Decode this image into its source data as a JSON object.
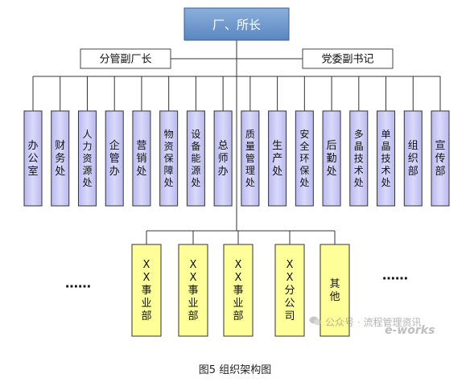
{
  "top": {
    "label": "厂、所长"
  },
  "deputies": [
    {
      "label": "分管副厂长"
    },
    {
      "label": "党委副书记"
    }
  ],
  "departments": [
    {
      "label": "办公室"
    },
    {
      "label": "财务处"
    },
    {
      "label": "人力资源处"
    },
    {
      "label": "企管办"
    },
    {
      "label": "营销处"
    },
    {
      "label": "物资保障处"
    },
    {
      "label": "设备能源处"
    },
    {
      "label": "总师办"
    },
    {
      "label": "质量管理处"
    },
    {
      "label": "生产处"
    },
    {
      "label": "安全环保处"
    },
    {
      "label": "后勤处"
    },
    {
      "label": "多晶技术处"
    },
    {
      "label": "单晶技术处"
    },
    {
      "label": "组织部"
    },
    {
      "label": "宣传部"
    }
  ],
  "units": [
    {
      "label": "XX事业部"
    },
    {
      "label": "XX事业部"
    },
    {
      "label": "XX事业部"
    },
    {
      "label": "XX分公司"
    },
    {
      "label": "其他"
    }
  ],
  "ellipsis": "……",
  "caption": "图5 组织架构图",
  "watermark": {
    "text": "公众号 · 流程管理资讯",
    "logo": "e-works"
  },
  "colors": {
    "top_fill": "#6a93c8",
    "dept_fill": "#ccccf6",
    "unit_fill": "#ffff99",
    "line": "#333333"
  }
}
